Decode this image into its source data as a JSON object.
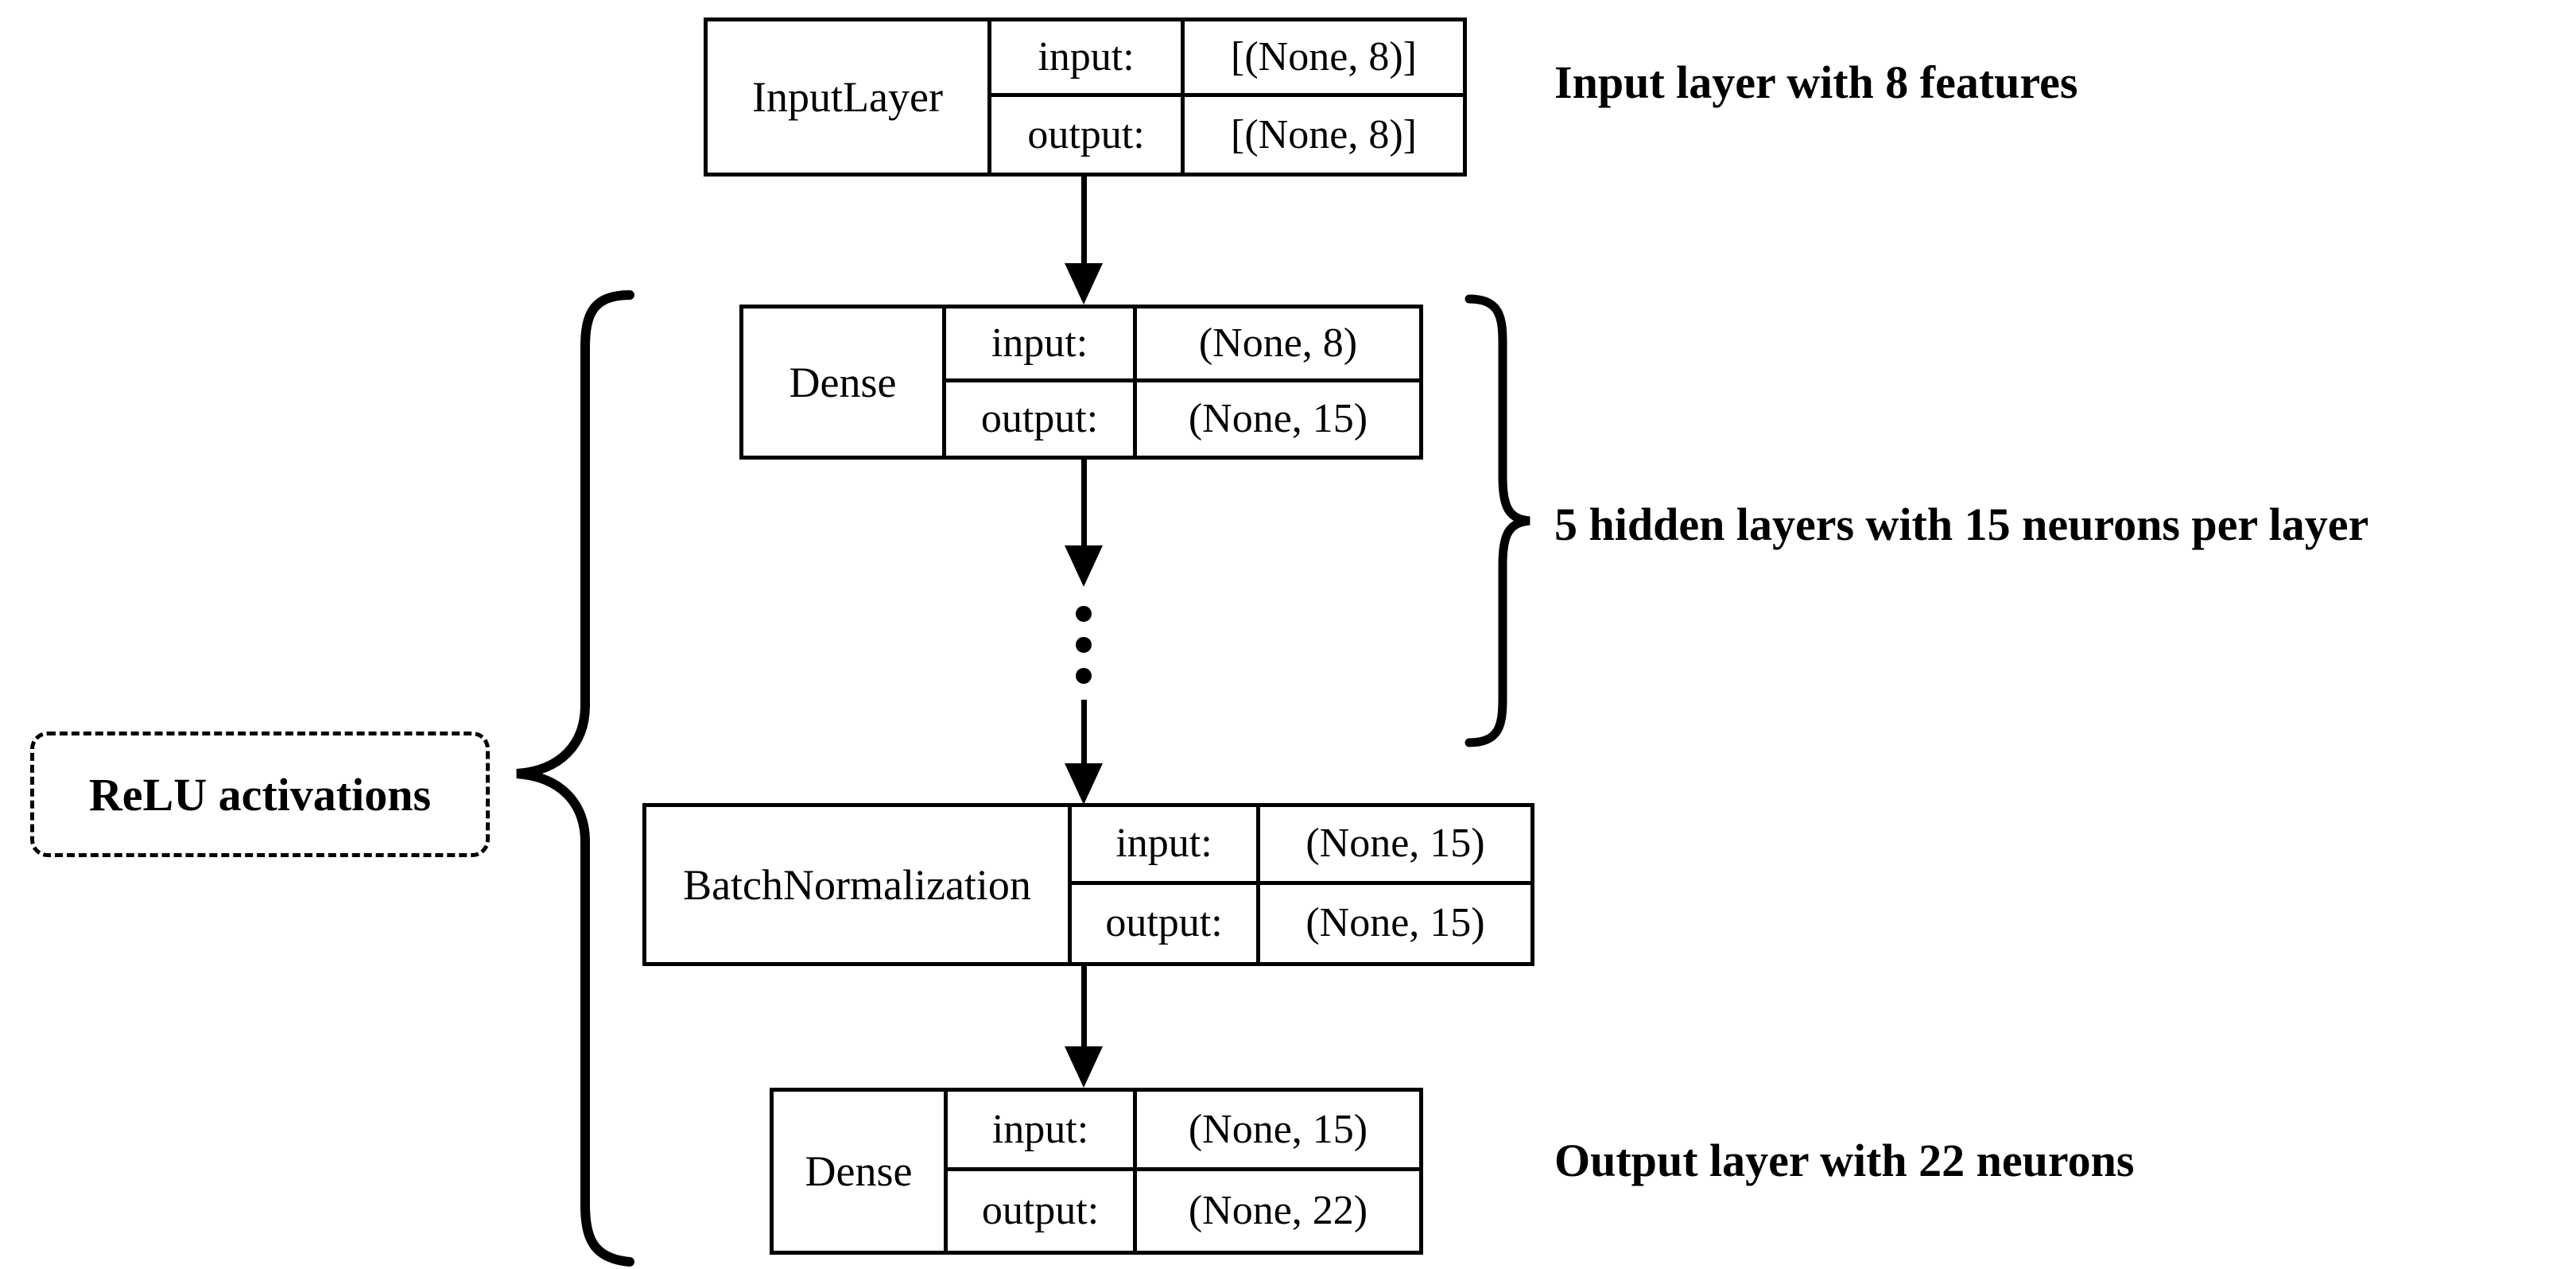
{
  "diagram": {
    "title": "Neural network architecture diagram",
    "stroke_color": "#000000",
    "background_color": "#ffffff",
    "layers": [
      {
        "id": "input-layer",
        "name": "InputLayer",
        "input_label": "input:",
        "output_label": "output:",
        "input_shape": "[(None, 8)]",
        "output_shape": "[(None, 8)]"
      },
      {
        "id": "dense-hidden",
        "name": "Dense",
        "input_label": "input:",
        "output_label": "output:",
        "input_shape": "(None, 8)",
        "output_shape": "(None, 15)"
      },
      {
        "id": "batch-normalization",
        "name": "BatchNormalization",
        "input_label": "input:",
        "output_label": "output:",
        "input_shape": "(None, 15)",
        "output_shape": "(None, 15)"
      },
      {
        "id": "dense-output",
        "name": "Dense",
        "input_label": "input:",
        "output_label": "output:",
        "input_shape": "(None, 15)",
        "output_shape": "(None, 22)"
      }
    ],
    "annotations": [
      {
        "id": "input-annotation",
        "text": "Input layer with 8 features"
      },
      {
        "id": "hidden-annotation",
        "text": "5 hidden layers with 15 neurons per layer"
      },
      {
        "id": "output-annotation",
        "text": "Output layer with 22 neurons"
      }
    ],
    "activation_note": {
      "id": "relu-activations",
      "text": "ReLU activations",
      "border_style": "dashed"
    },
    "ellipsis": {
      "id": "vertical-ellipsis",
      "dot_count": 3,
      "meaning": "repeated hidden layers omitted"
    }
  }
}
